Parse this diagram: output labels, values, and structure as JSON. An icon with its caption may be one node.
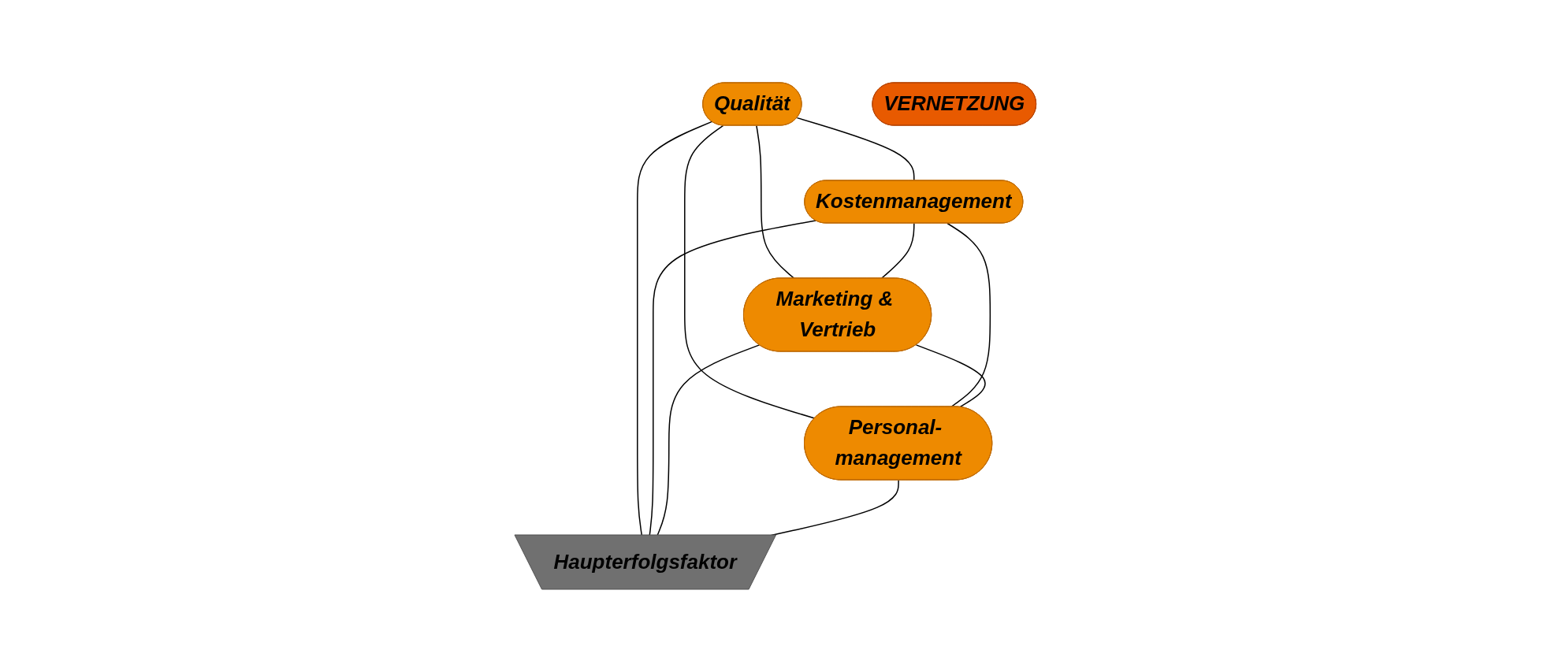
{
  "diagram": {
    "nodes": [
      {
        "text": [
          "Qualität"
        ]
      },
      {
        "text": [
          "Kostenmanagement"
        ]
      },
      {
        "text": [
          "Marketing & Vertrieb"
        ]
      },
      {
        "text": [
          "Personal- management"
        ]
      },
      {
        "text": [
          "Haupterfolgsfaktor"
        ]
      },
      {
        "text": [
          "VERNETZUNG"
        ]
      }
    ],
    "edges": [
      {
        "from": 0,
        "to": 1,
        "arrow": "none"
      },
      {
        "from": 0,
        "to": 2,
        "arrow": "none"
      },
      {
        "from": 0,
        "to": 3,
        "arrow": "none"
      },
      {
        "from": 0,
        "to": 4,
        "arrow": "none"
      },
      {
        "from": 1,
        "to": 2,
        "arrow": "none"
      },
      {
        "from": 1,
        "to": 3,
        "arrow": "none"
      },
      {
        "from": 1,
        "to": 4,
        "arrow": "none"
      },
      {
        "from": 2,
        "to": 3,
        "arrow": "none"
      },
      {
        "from": 2,
        "to": 4,
        "arrow": "none"
      },
      {
        "from": 3,
        "to": 4,
        "arrow": "none"
      }
    ]
  }
}
